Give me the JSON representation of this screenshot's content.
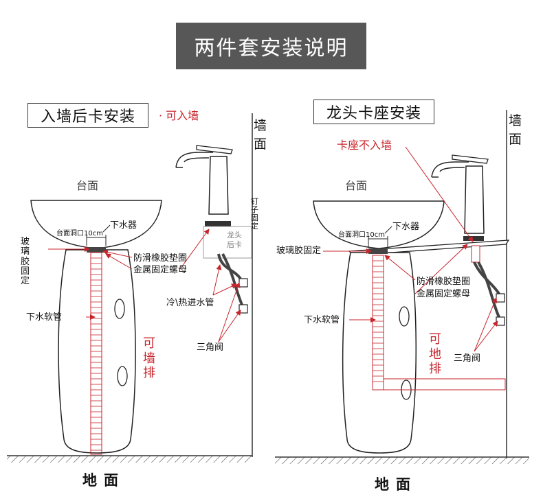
{
  "title": "两件套安装说明",
  "left": {
    "heading": "入墙后卡安装",
    "note": "· 可入墙",
    "wall": "墙面",
    "countertop": "台面",
    "hole": "台面洞口10cm",
    "drain": "下水器",
    "glass_glue": "玻璃胶固定",
    "gasket": "防滑橡胶垫圈",
    "nut": "金属固定螺母",
    "hose": "下水软管",
    "wall_drain": "可墙排",
    "hot_cold": "冷\\热进水管",
    "angle_valve": "三角阀",
    "nail": "钉子固定",
    "faucet_clip": "龙头后卡",
    "floor": "地面"
  },
  "right": {
    "heading": "龙头卡座安装",
    "note": "卡座不入墙",
    "wall": "墙面",
    "countertop": "台面",
    "hole": "台面洞口10cm",
    "drain": "下水器",
    "glass_glue": "玻璃胶固定",
    "gasket": "防滑橡胶垫圈",
    "nut": "金属固定螺母",
    "hose": "下水软管",
    "wall_drain": "可地排",
    "angle_valve": "三角阀",
    "floor": "地面"
  },
  "colors": {
    "accent": "#c8242b",
    "title_bg": "#575757",
    "line": "#333333"
  }
}
